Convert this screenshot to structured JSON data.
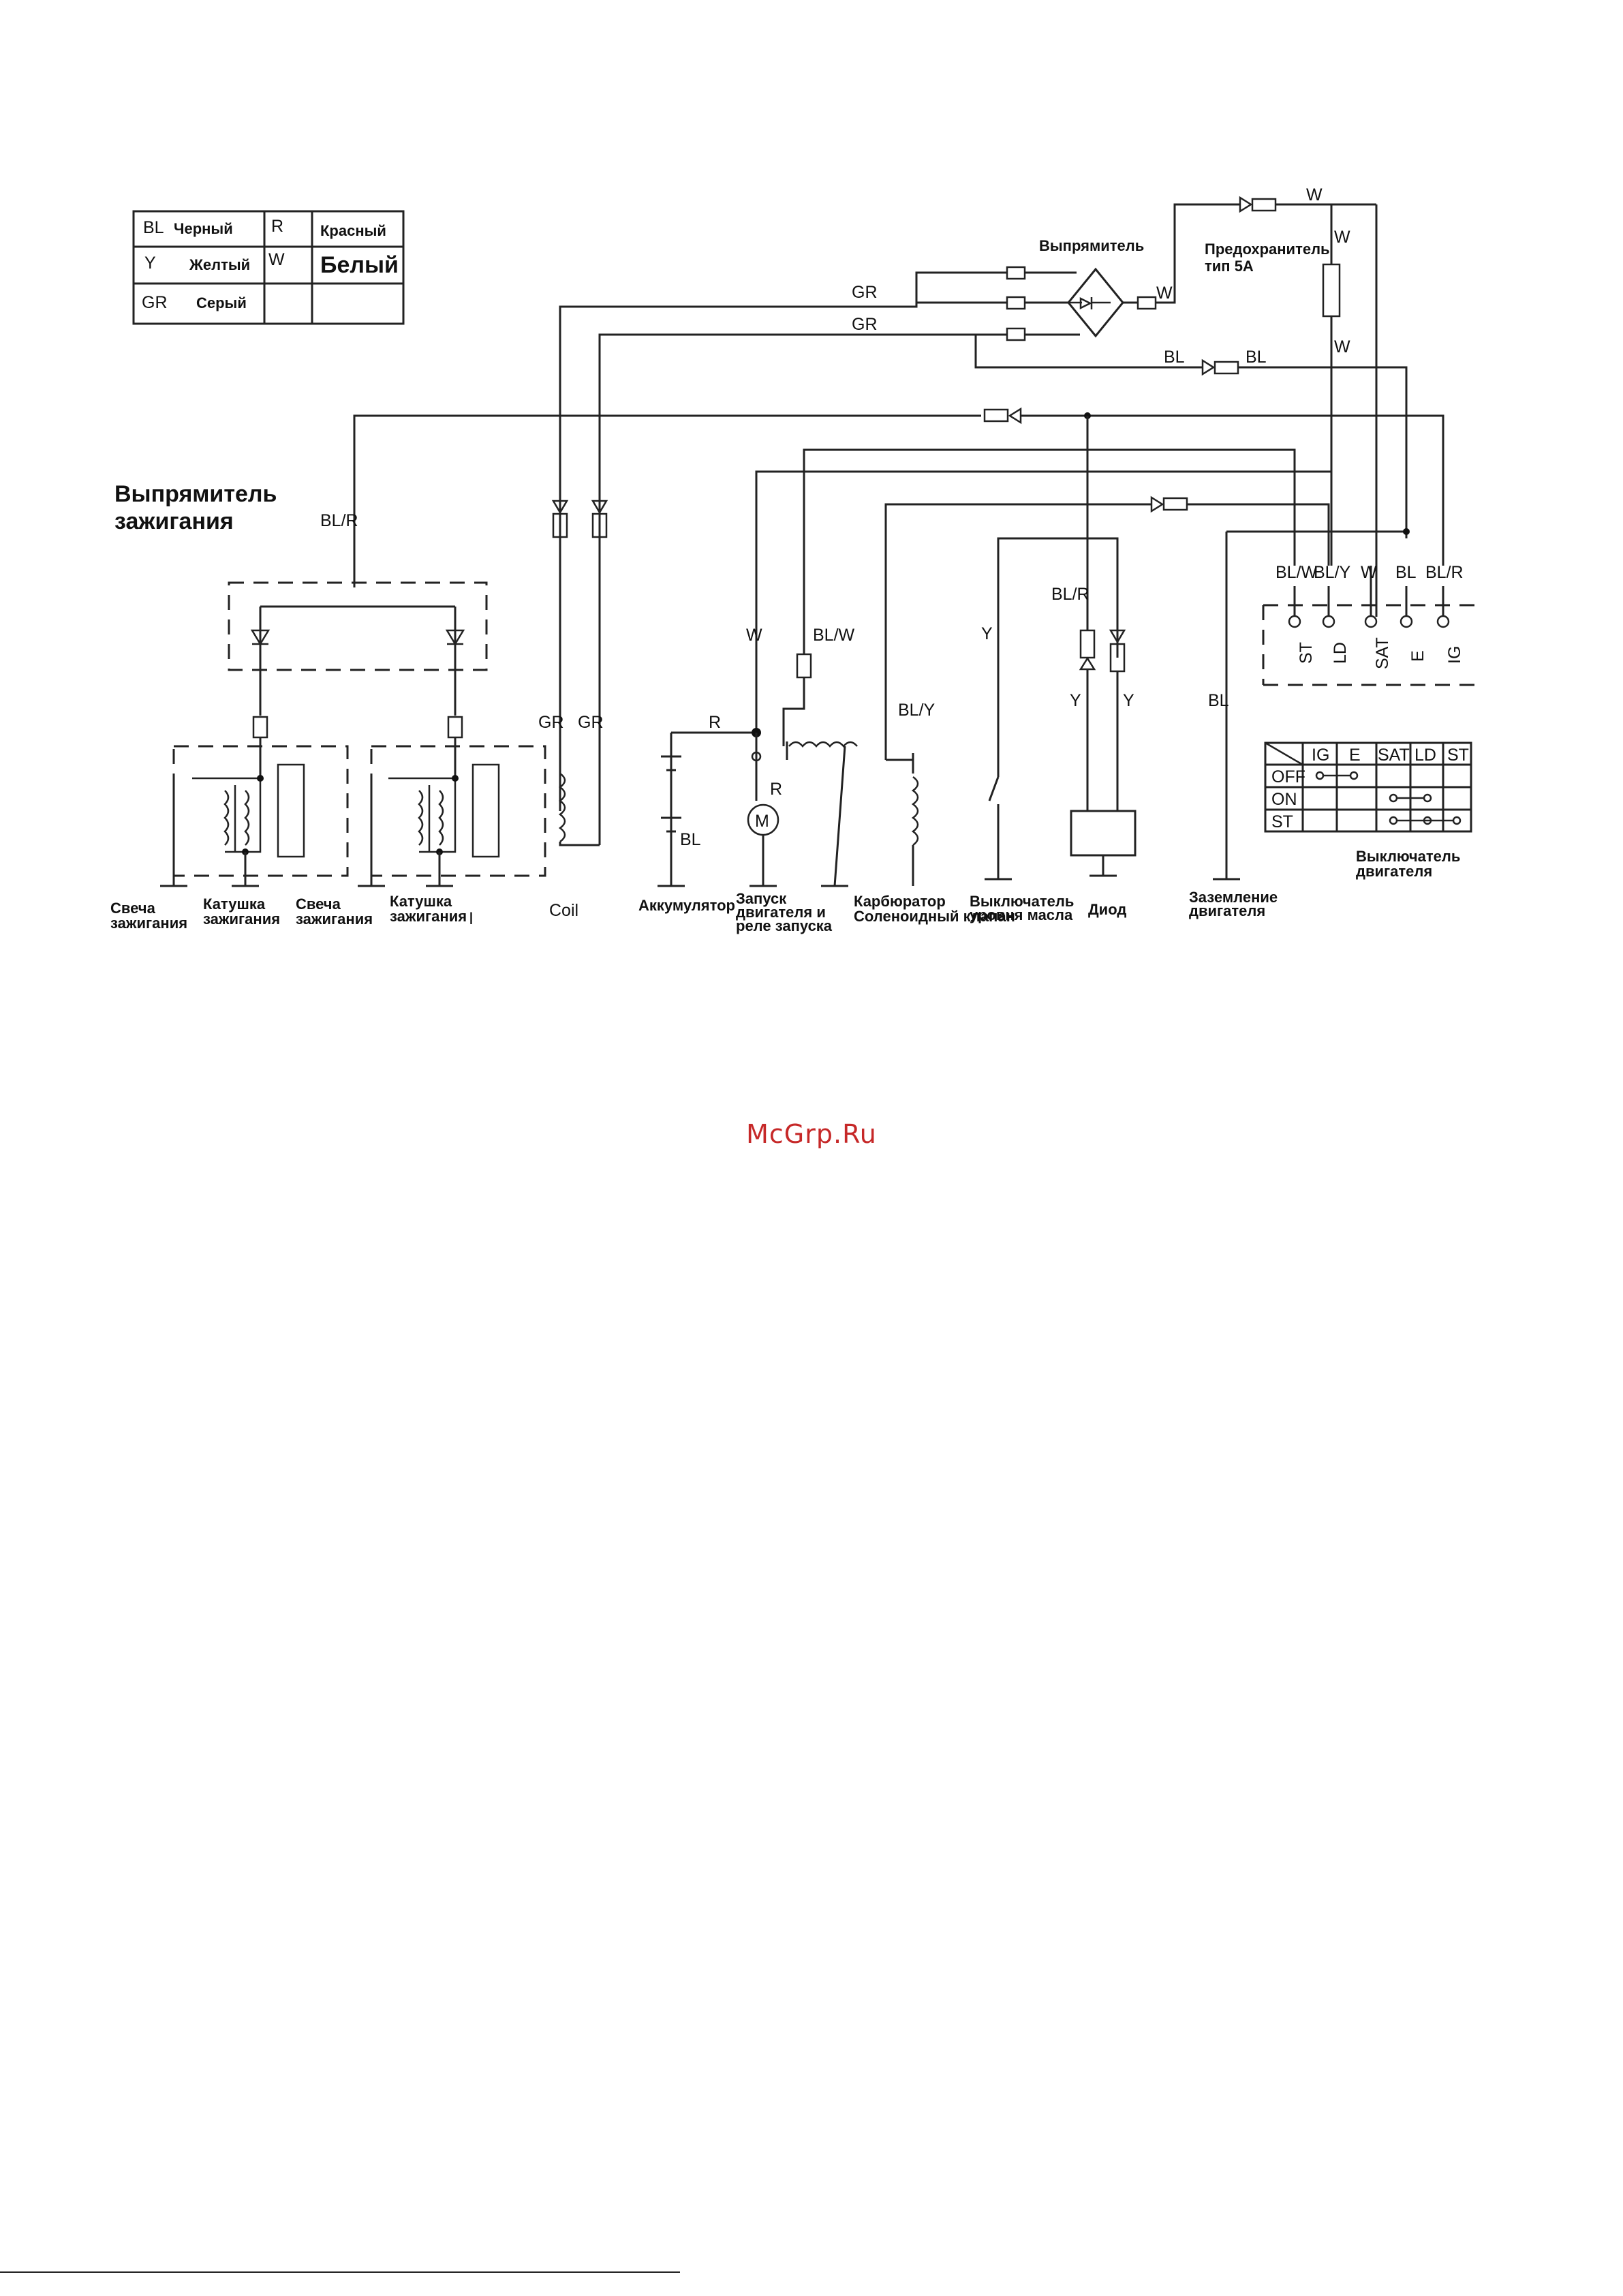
{
  "legend": {
    "rows": [
      {
        "code": "BL",
        "name": "Черный",
        "code2": "R",
        "name2": "Красный"
      },
      {
        "code": "Y",
        "name": "Желтый",
        "code2": "W",
        "name2": "Белый"
      },
      {
        "code": "GR",
        "name": "Серый",
        "code2": "",
        "name2": ""
      }
    ]
  },
  "components": {
    "rectifier": "Выпрямитель",
    "fuse": [
      "Предохранитель",
      "тип 5A"
    ],
    "ignition_rectifier": [
      "Выпрямитель",
      "зажигания"
    ],
    "spark_plug": [
      "Свеча",
      "зажигания"
    ],
    "ignition_coil": [
      "Катушка",
      "зажигания"
    ],
    "coil": "Coil",
    "battery": "Аккумулятор",
    "starter": [
      "Запуск",
      "двигателя и",
      "реле запуска"
    ],
    "carburetor": [
      "Карбюратор",
      "Соленоидный клапан"
    ],
    "oil_switch": [
      "Выключатель",
      "уровня масла"
    ],
    "diode": "Диод",
    "engine_ground": [
      "Заземление",
      "двигателя"
    ],
    "engine_switch": [
      "Выключатель",
      "двигателя"
    ]
  },
  "wires": {
    "gr": "GR",
    "w": "W",
    "bl": "BL",
    "blr": "BL/R",
    "blw": "BL/W",
    "bly": "BL/Y",
    "y": "Y",
    "r": "R",
    "m": "M",
    "one": "I"
  },
  "terminals": {
    "top": [
      "BL/W",
      "BL/Y",
      "W",
      "BL",
      "BL/R"
    ],
    "bottom": [
      "ST",
      "LD",
      "SAT",
      "E",
      "IG"
    ]
  },
  "switch_table": {
    "headers": [
      "IG",
      "E",
      "SAT",
      "LD",
      "ST"
    ],
    "rows": [
      "OFF",
      "ON",
      "ST"
    ]
  },
  "watermark": "McGrp.Ru"
}
